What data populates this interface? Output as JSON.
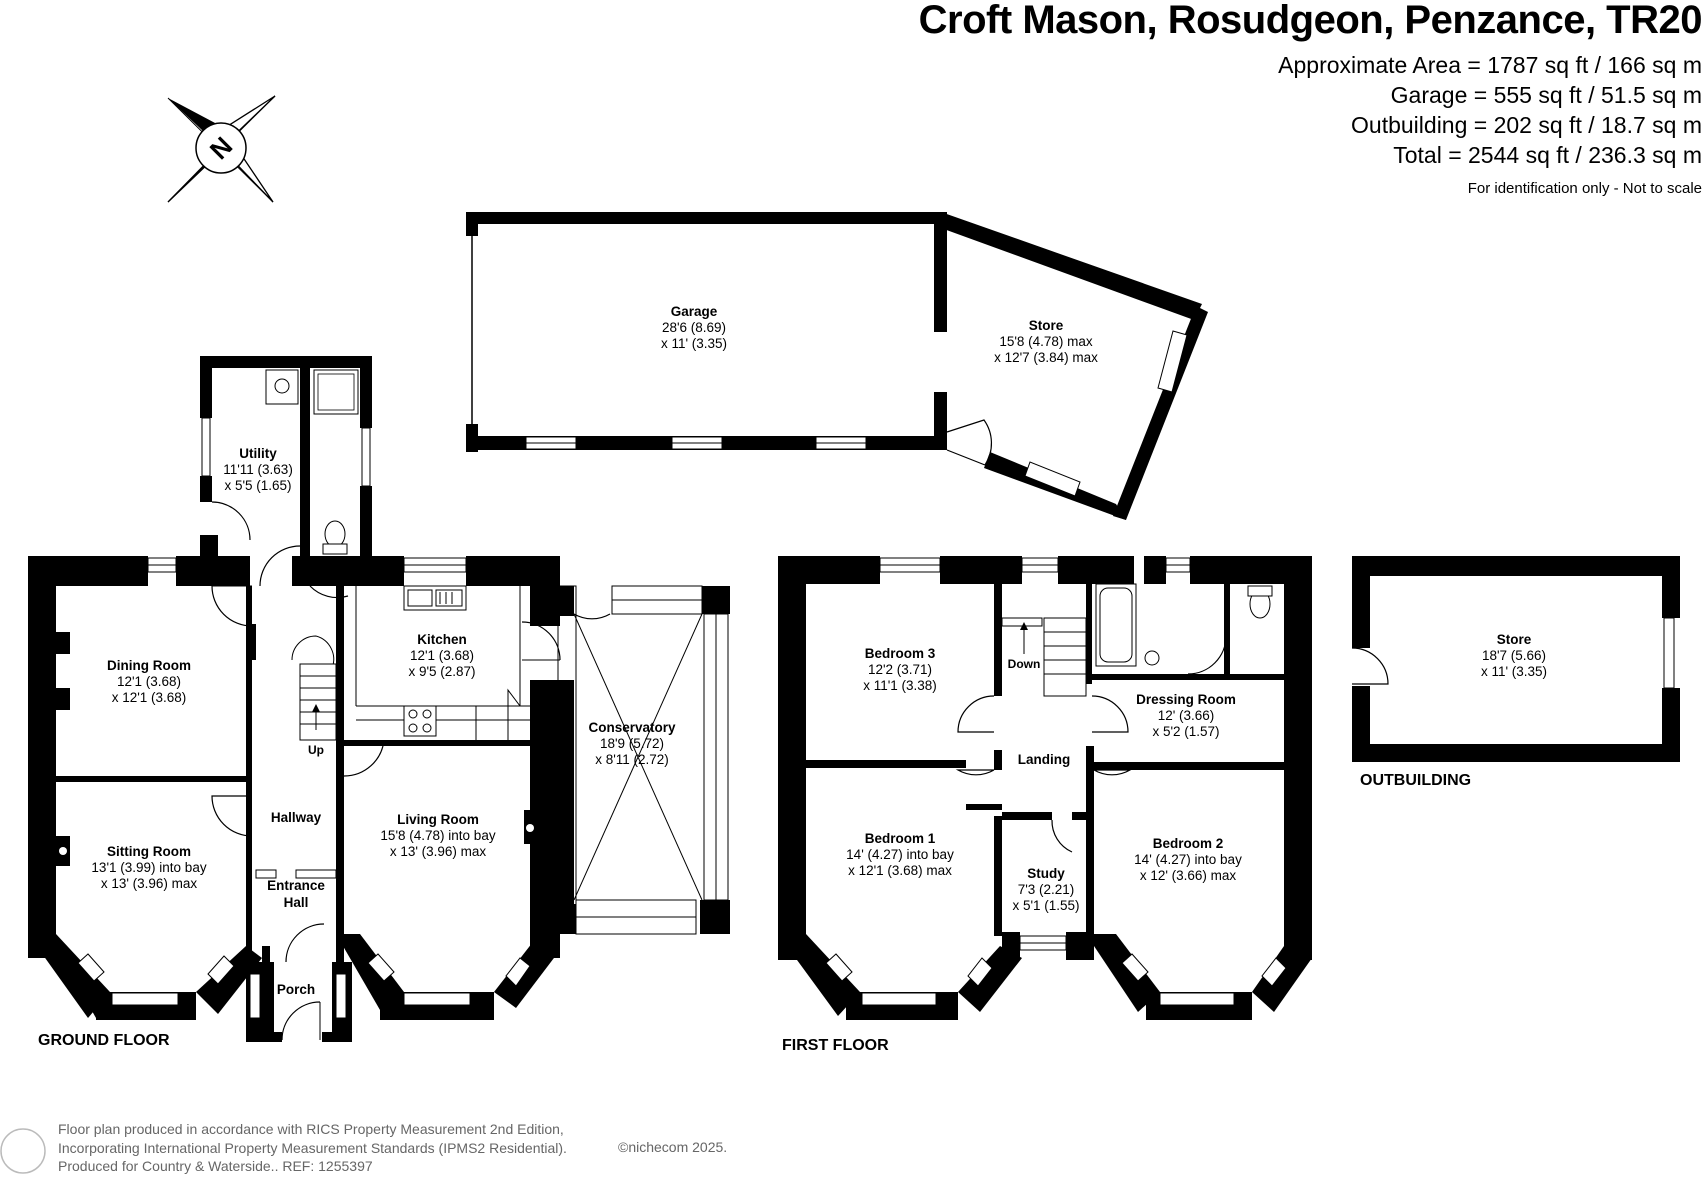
{
  "header": {
    "title": "Croft Mason, Rosudgeon, Penzance, TR20",
    "area_lines": [
      "Approximate Area = 1787 sq ft / 166 sq m",
      "Garage = 555 sq ft / 51.5 sq m",
      "Outbuilding = 202 sq ft / 18.7 sq m",
      "Total = 2544 sq ft / 236.3 sq m"
    ],
    "disclaimer": "For identification only - Not to scale"
  },
  "compass": {
    "letter": "N"
  },
  "floors": {
    "ground": "GROUND FLOOR",
    "first": "FIRST FLOOR",
    "outbuilding": "OUTBUILDING"
  },
  "rooms": {
    "garage": {
      "name": "Garage",
      "dims": [
        "28'6 (8.69)",
        "x 11' (3.35)"
      ]
    },
    "garage_store": {
      "name": "Store",
      "dims": [
        "15'8 (4.78) max",
        "x 12'7 (3.84) max"
      ]
    },
    "utility": {
      "name": "Utility",
      "dims": [
        "11'11 (3.63)",
        "x 5'5 (1.65)"
      ]
    },
    "dining": {
      "name": "Dining Room",
      "dims": [
        "12'1 (3.68)",
        "x 12'1 (3.68)"
      ]
    },
    "kitchen": {
      "name": "Kitchen",
      "dims": [
        "12'1 (3.68)",
        "x 9'5 (2.87)"
      ]
    },
    "conservatory": {
      "name": "Conservatory",
      "dims": [
        "18'9 (5.72)",
        "x 8'11 (2.72)"
      ]
    },
    "sitting": {
      "name": "Sitting Room",
      "dims": [
        "13'1 (3.99) into bay",
        "x 13' (3.96) max"
      ]
    },
    "hallway": {
      "name": "Hallway",
      "dims": []
    },
    "living": {
      "name": "Living Room",
      "dims": [
        "15'8 (4.78) into bay",
        "x 13' (3.96) max"
      ]
    },
    "entrance": {
      "name": "Entrance",
      "name2": "Hall",
      "dims": []
    },
    "porch": {
      "name": "Porch",
      "dims": []
    },
    "bedroom3": {
      "name": "Bedroom 3",
      "dims": [
        "12'2 (3.71)",
        "x 11'1 (3.38)"
      ]
    },
    "dressing": {
      "name": "Dressing Room",
      "dims": [
        "12' (3.66)",
        "x 5'2 (1.57)"
      ]
    },
    "landing": {
      "name": "Landing",
      "dims": []
    },
    "bedroom1": {
      "name": "Bedroom 1",
      "dims": [
        "14' (4.27) into bay",
        "x 12'1 (3.68) max"
      ]
    },
    "study": {
      "name": "Study",
      "dims": [
        "7'3 (2.21)",
        "x 5'1 (1.55)"
      ]
    },
    "bedroom2": {
      "name": "Bedroom 2",
      "dims": [
        "14' (4.27) into bay",
        "x 12' (3.66) max"
      ]
    },
    "out_store": {
      "name": "Store",
      "dims": [
        "18'7 (5.66)",
        "x 11' (3.35)"
      ]
    }
  },
  "stairs": {
    "up": "Up",
    "down": "Down"
  },
  "footer": {
    "lines": [
      "Floor plan produced in accordance with RICS Property Measurement 2nd Edition,",
      "Incorporating International Property Measurement Standards (IPMS2 Residential).",
      "Produced for Country & Waterside..   REF: 1255397"
    ],
    "copyright": "©nichecom 2025."
  },
  "colors": {
    "wall": "#000000",
    "text": "#000000",
    "footer_text": "#666666",
    "background": "#ffffff"
  }
}
